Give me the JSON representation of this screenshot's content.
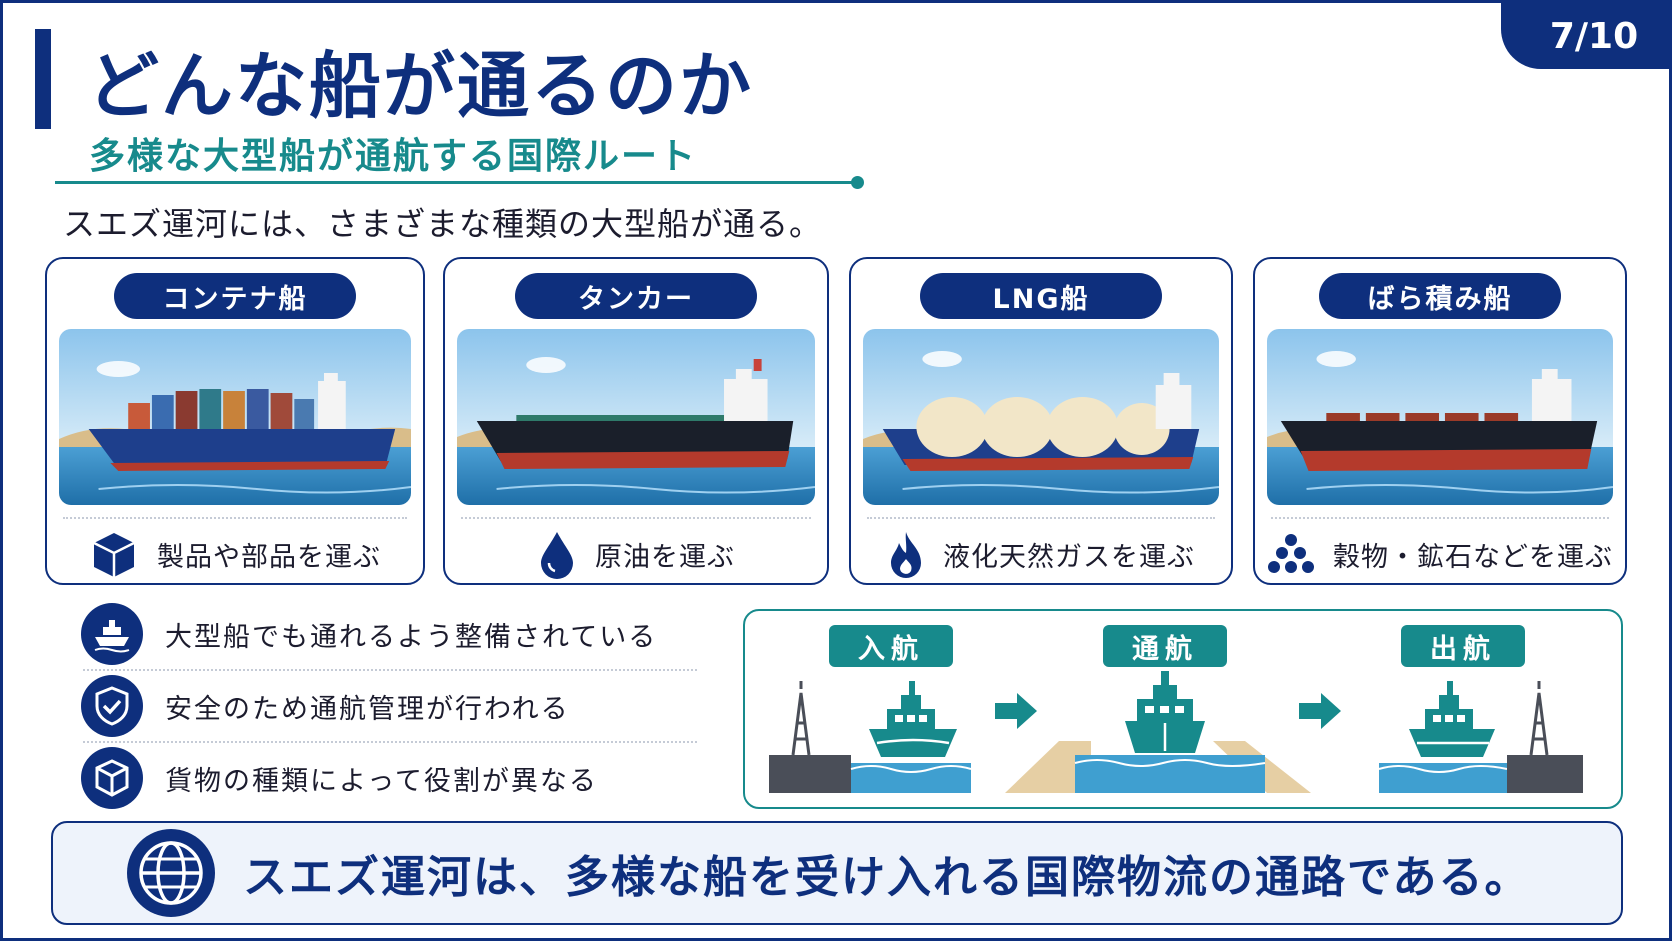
{
  "page_number": "7/10",
  "title": "どんな船が通るのか",
  "subtitle": "多様な大型船が通航する国際ルート",
  "intro": "スエズ運河には、さまざまな種類の大型船が通る。",
  "ships": [
    {
      "label": "コンテナ船",
      "description": "製品や部品を運ぶ",
      "icon": "cube-icon"
    },
    {
      "label": "タンカー",
      "description": "原油を運ぶ",
      "icon": "oil-drop-icon"
    },
    {
      "label": "LNG船",
      "description": "液化天然ガスを運ぶ",
      "icon": "flame-icon"
    },
    {
      "label": "ばら積み船",
      "description": "穀物・鉱石などを運ぶ",
      "icon": "bulk-pile-icon"
    }
  ],
  "points": [
    {
      "text": "大型船でも通れるよう整備されている",
      "icon": "ship-icon"
    },
    {
      "text": "安全のため通航管理が行われる",
      "icon": "shield-check-icon"
    },
    {
      "text": "貨物の種類によって役割が異なる",
      "icon": "package-icon"
    }
  ],
  "flow": {
    "stages": [
      "入航",
      "通航",
      "出航"
    ]
  },
  "conclusion": "スエズ運河は、多様な船を受け入れる国際物流の通路である。",
  "colors": {
    "navy": "#0e2f7d",
    "teal": "#178a8c",
    "sea": "#3f8fc9"
  }
}
